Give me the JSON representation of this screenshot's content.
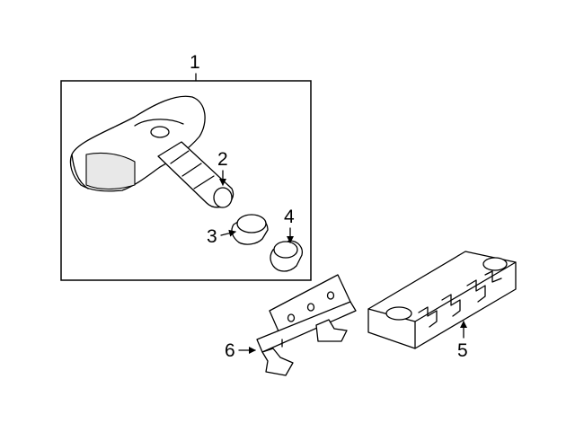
{
  "callouts": {
    "c1": "1",
    "c2": "2",
    "c3": "3",
    "c4": "4",
    "c5": "5",
    "c6": "6"
  },
  "colors": {
    "line": "#000000",
    "background": "#ffffff",
    "shade": "#e8e8e8"
  }
}
